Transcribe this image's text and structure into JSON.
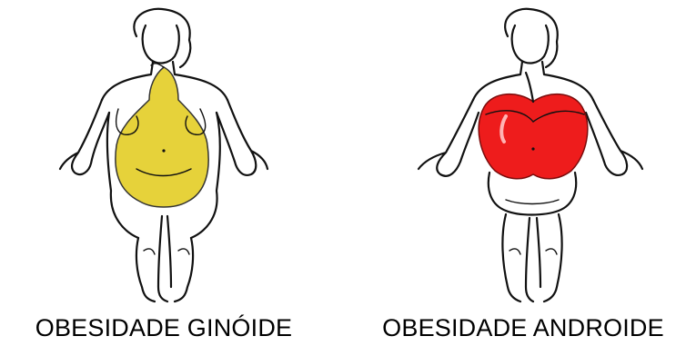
{
  "figures": [
    {
      "caption": "OBESIDADE GINÓIDE",
      "shape": "pear",
      "fill_color": "#e6d23a"
    },
    {
      "caption": "OBESIDADE ANDROIDE",
      "shape": "apple",
      "fill_color": "#ee1c1c"
    }
  ]
}
